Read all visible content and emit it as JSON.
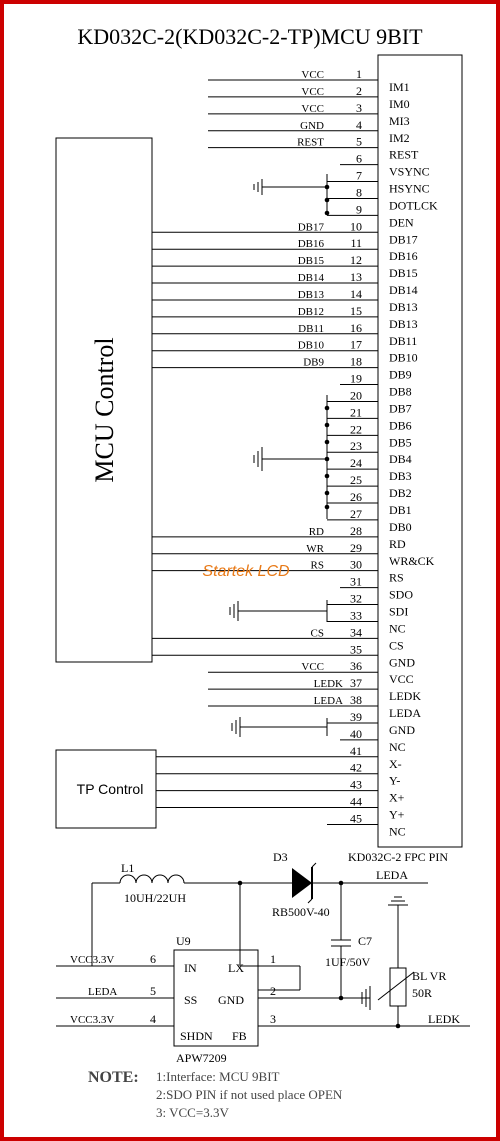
{
  "title": "KD032C-2(KD032C-2-TP)MCU 9BIT",
  "mcu_label": "MCU Control",
  "tp_label": "TP Control",
  "watermark": "Startek LCD",
  "fpc_label": "KD032C-2 FPC PIN",
  "pins": [
    {
      "num": "1",
      "name": "IM1",
      "sig": "VCC"
    },
    {
      "num": "2",
      "name": "IM0",
      "sig": "VCC"
    },
    {
      "num": "3",
      "name": "MI3",
      "sig": "VCC"
    },
    {
      "num": "4",
      "name": "IM2",
      "sig": "GND"
    },
    {
      "num": "5",
      "name": "REST",
      "sig": "REST"
    },
    {
      "num": "6",
      "name": "VSYNC",
      "sig": ""
    },
    {
      "num": "7",
      "name": "HSYNC",
      "sig": ""
    },
    {
      "num": "8",
      "name": "DOTLCK",
      "sig": ""
    },
    {
      "num": "9",
      "name": "DEN",
      "sig": ""
    },
    {
      "num": "10",
      "name": "DB17",
      "sig": "DB17"
    },
    {
      "num": "11",
      "name": "DB16",
      "sig": "DB16"
    },
    {
      "num": "12",
      "name": "DB15",
      "sig": "DB15"
    },
    {
      "num": "13",
      "name": "DB14",
      "sig": "DB14"
    },
    {
      "num": "14",
      "name": "DB13",
      "sig": "DB13"
    },
    {
      "num": "15",
      "name": "DB13",
      "sig": "DB12"
    },
    {
      "num": "16",
      "name": "DB11",
      "sig": "DB11"
    },
    {
      "num": "17",
      "name": "DB10",
      "sig": "DB10"
    },
    {
      "num": "18",
      "name": "DB9",
      "sig": "DB9"
    },
    {
      "num": "19",
      "name": "DB8",
      "sig": ""
    },
    {
      "num": "20",
      "name": "DB7",
      "sig": ""
    },
    {
      "num": "21",
      "name": "DB6",
      "sig": ""
    },
    {
      "num": "22",
      "name": "DB5",
      "sig": ""
    },
    {
      "num": "23",
      "name": "DB4",
      "sig": ""
    },
    {
      "num": "24",
      "name": "DB3",
      "sig": ""
    },
    {
      "num": "25",
      "name": "DB2",
      "sig": ""
    },
    {
      "num": "26",
      "name": "DB1",
      "sig": ""
    },
    {
      "num": "27",
      "name": "DB0",
      "sig": ""
    },
    {
      "num": "28",
      "name": "RD",
      "sig": "RD"
    },
    {
      "num": "29",
      "name": "WR&CK",
      "sig": "WR"
    },
    {
      "num": "30",
      "name": "RS",
      "sig": "RS"
    },
    {
      "num": "31",
      "name": "SDO",
      "sig": ""
    },
    {
      "num": "32",
      "name": "SDI",
      "sig": ""
    },
    {
      "num": "33",
      "name": "NC",
      "sig": ""
    },
    {
      "num": "34",
      "name": "CS",
      "sig": "CS"
    },
    {
      "num": "35",
      "name": "GND",
      "sig": ""
    },
    {
      "num": "36",
      "name": "VCC",
      "sig": "VCC"
    },
    {
      "num": "37",
      "name": "LEDK",
      "sig": "LEDK"
    },
    {
      "num": "38",
      "name": "LEDA",
      "sig": "LEDA"
    },
    {
      "num": "39",
      "name": "GND",
      "sig": ""
    },
    {
      "num": "40",
      "name": "NC",
      "sig": ""
    },
    {
      "num": "41",
      "name": "X-",
      "sig": ""
    },
    {
      "num": "42",
      "name": "Y-",
      "sig": ""
    },
    {
      "num": "43",
      "name": "X+",
      "sig": ""
    },
    {
      "num": "44",
      "name": "Y+",
      "sig": ""
    },
    {
      "num": "45",
      "name": "NC",
      "sig": ""
    }
  ],
  "circuit": {
    "l1_name": "L1",
    "l1_value": "10UH/22UH",
    "d3_name": "D3",
    "d3_value": "RB500V-40",
    "leda_top": "LEDA",
    "c7_name": "C7",
    "c7_value": "1UF/50V",
    "bl_label": "BL VR",
    "r_value": "50R",
    "u9_name": "U9",
    "u9_part": "APW7209",
    "u9_in": "IN",
    "u9_lx": "LX",
    "u9_ss": "SS",
    "u9_gnd": "GND",
    "u9_shdn": "SHDN",
    "u9_fb": "FB",
    "pin6": "6",
    "pin5": "5",
    "pin4": "4",
    "pin1": "1",
    "pin2": "2",
    "pin3": "3",
    "vcc_in1": "VCC3.3V",
    "leda_in": "LEDA",
    "vcc_in2": "VCC3.3V",
    "ledk_out": "LEDK"
  },
  "note": {
    "label": "NOTE:",
    "line1": "1:Interface: MCU 9BIT",
    "line2": "2:SDO PIN if not used place OPEN",
    "line3": "3: VCC=3.3V"
  },
  "colors": {
    "frame": "#cc0000",
    "watermark": "#e87a18"
  }
}
